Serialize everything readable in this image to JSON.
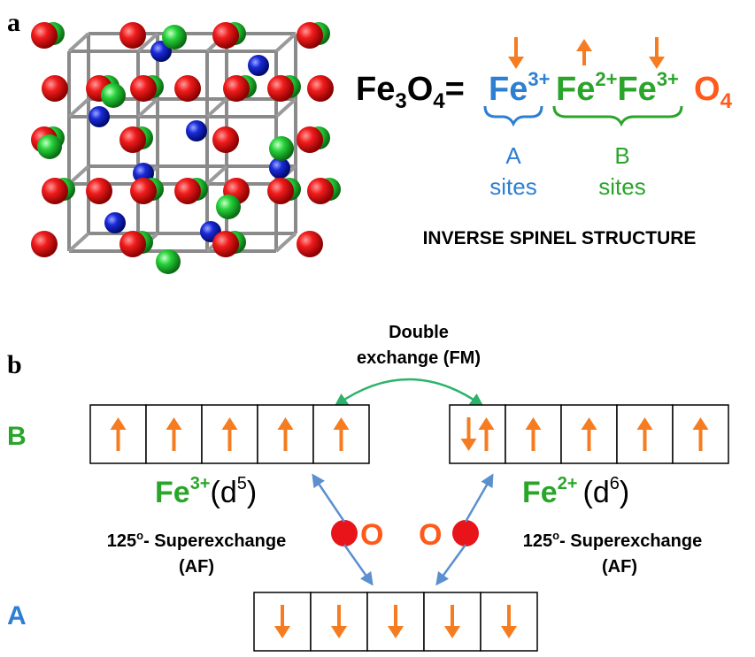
{
  "panel_a": {
    "label": "a",
    "formula": {
      "fe": "Fe",
      "sub3": "3",
      "o": "O",
      "sub4": "4",
      "eq": "=",
      "fe3_a": "Fe",
      "fe3_a_sup": "3+",
      "fe2_b": "Fe",
      "fe2_b_sup": "2+",
      "fe3_b": "Fe",
      "fe3_b_sup": "3+",
      "o4": "O",
      "o4_sub": "4"
    },
    "a_sites": [
      "A",
      "sites"
    ],
    "b_sites": [
      "B",
      "sites"
    ],
    "structure_title": "INVERSE SPINEL STRUCTURE",
    "colors": {
      "a_site": "#2d7fd4",
      "b_site": "#2aa52a",
      "oxygen": "#ff5a1a",
      "arrow": "#f57c20",
      "atom_oxygen": "#e8141a",
      "atom_b": "#2bd33b",
      "atom_a": "#1520c8"
    },
    "site_spins": [
      "down",
      "up",
      "down"
    ]
  },
  "panel_b": {
    "label": "b",
    "row_b_label": "B",
    "row_a_label": "A",
    "double_exchange": [
      "Double",
      "exchange (FM)"
    ],
    "fe3_label": {
      "ion": "Fe",
      "charge": "3+",
      "orbital_open": "(d",
      "orbital_exp": "5",
      "orbital_close": ")"
    },
    "fe2_label": {
      "ion": "Fe",
      "charge": "2+",
      "orbital_open": "(d",
      "orbital_exp": "6",
      "orbital_close": ")"
    },
    "superexchange_left": {
      "text": "125",
      "deg": "o",
      "rest": "- Superexchange",
      "type": "(AF)"
    },
    "superexchange_right": {
      "text": "125",
      "deg": "o",
      "rest": "- Superexchange",
      "type": "(AF)"
    },
    "oxygen_left": "O",
    "oxygen_right": "O",
    "b_left_spins": [
      "up",
      "up",
      "up",
      "up",
      "up"
    ],
    "b_right_spins": [
      "down-up",
      "up",
      "up",
      "up",
      "up"
    ],
    "a_spins": [
      "down",
      "down",
      "down",
      "down",
      "down"
    ],
    "colors": {
      "b_label": "#2aa52a",
      "a_label": "#2d7fd4",
      "ion": "#2aa52a",
      "oxygen_text": "#ff5a1a",
      "oxygen_dot": "#e8141a",
      "exchange_arrow": "#2bb36a",
      "superexchange_arrow": "#5b8fd0",
      "spin": "#f57c20"
    }
  }
}
